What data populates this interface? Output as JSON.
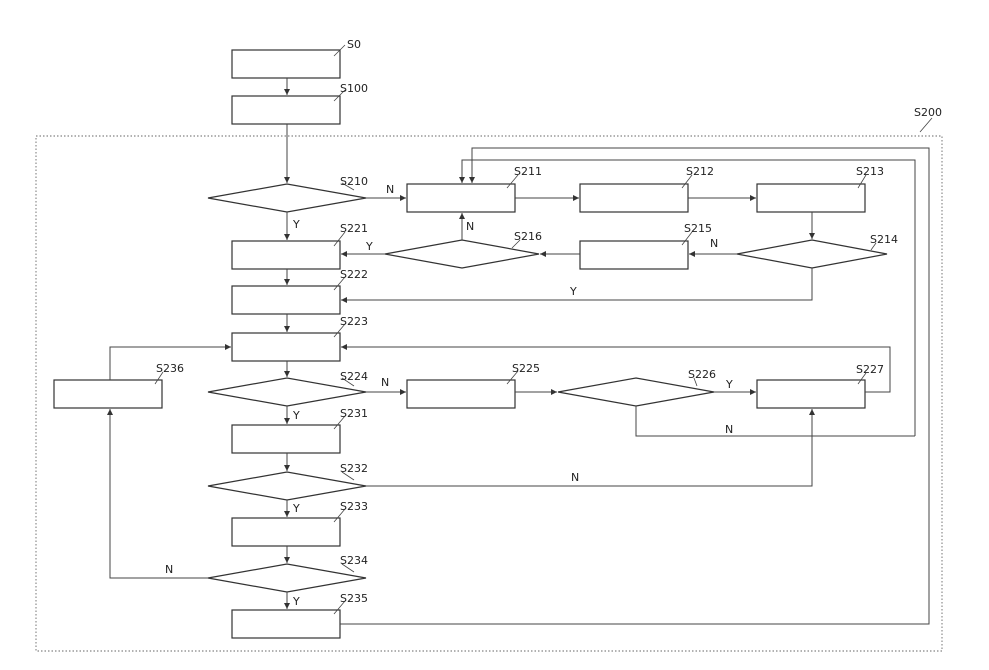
{
  "labels": {
    "s0": "S0",
    "s100": "S100",
    "s200": "S200",
    "s210": "S210",
    "s211": "S211",
    "s212": "S212",
    "s213": "S213",
    "s214": "S214",
    "s215": "S215",
    "s216": "S216",
    "s221": "S221",
    "s222": "S222",
    "s223": "S223",
    "s224": "S224",
    "s225": "S225",
    "s226": "S226",
    "s227": "S227",
    "s231": "S231",
    "s232": "S232",
    "s233": "S233",
    "s234": "S234",
    "s235": "S235",
    "s236": "S236"
  },
  "yes": "Y",
  "no": "N"
}
